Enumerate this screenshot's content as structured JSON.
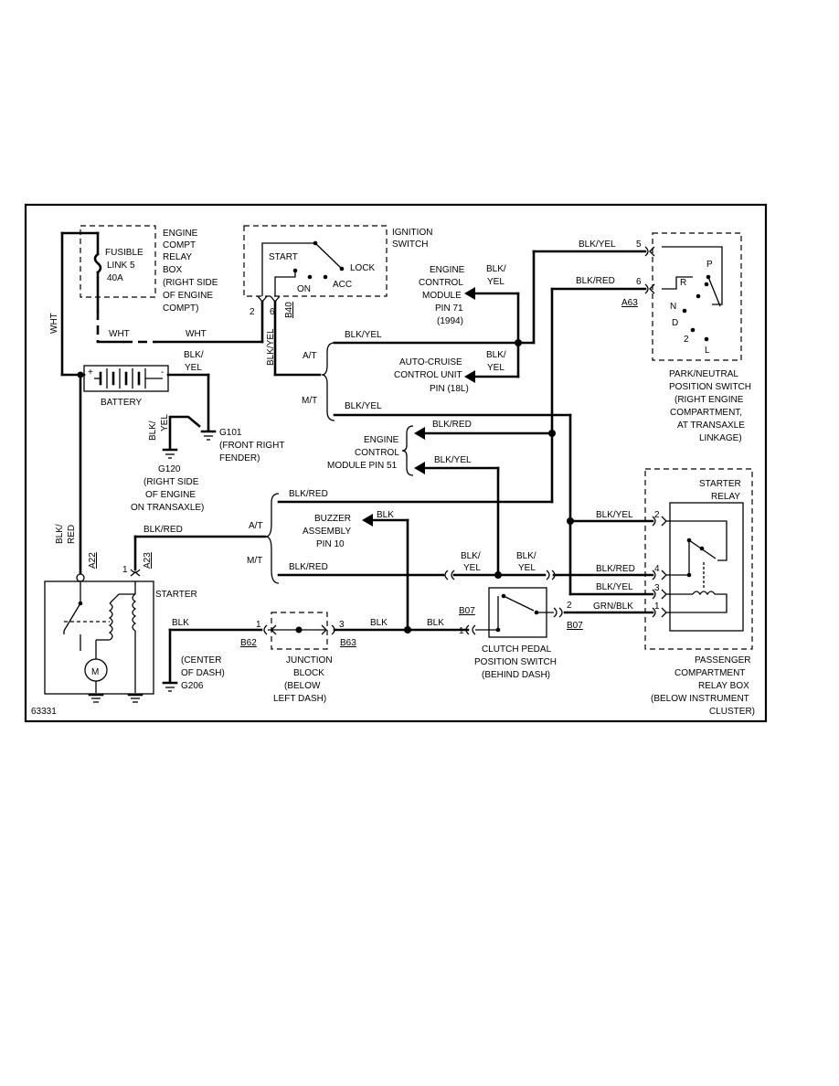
{
  "figure_id": "63331",
  "components": {
    "fusible_link": {
      "name": "FUSIBLE",
      "name2": "LINK 5",
      "rating": "40A"
    },
    "relay_box": {
      "l1": "ENGINE",
      "l2": "COMPT",
      "l3": "RELAY",
      "l4": "BOX",
      "l5": "(RIGHT SIDE",
      "l6": "OF ENGINE",
      "l7": "COMPT)"
    },
    "ignition_switch": {
      "l1": "IGNITION",
      "l2": "SWITCH",
      "start": "START",
      "on": "ON",
      "lock": "LOCK",
      "acc": "ACC",
      "pin_a": "2",
      "pin_b": "6",
      "connector": "B40"
    },
    "ecm_71": {
      "l1": "ENGINE",
      "l2": "CONTROL",
      "l3": "MODULE",
      "l4": "PIN 71",
      "l5": "(1994)"
    },
    "auto_cruise": {
      "l1": "AUTO-CRUISE",
      "l2": "CONTROL UNIT",
      "l3": "PIN (18L)"
    },
    "ecm_51": {
      "l1": "ENGINE",
      "l2": "CONTROL",
      "l3": "MODULE PIN 51"
    },
    "battery": {
      "label": "BATTERY",
      "plus": "+",
      "minus": "-"
    },
    "g101": {
      "l1": "G101",
      "l2": "(FRONT RIGHT",
      "l3": "FENDER)"
    },
    "g120": {
      "l1": "G120",
      "l2": "(RIGHT SIDE",
      "l3": "OF ENGINE",
      "l4": "ON TRANSAXLE)"
    },
    "buzzer": {
      "l1": "BUZZER",
      "l2": "ASSEMBLY",
      "l3": "PIN 10"
    },
    "starter": {
      "label": "STARTER",
      "conn_a": "A22",
      "conn_b": "A23",
      "pin": "1",
      "motor": "M"
    },
    "g206": {
      "l1": "(CENTER",
      "l2": "OF DASH)",
      "l3": "G206"
    },
    "junction_block": {
      "l1": "JUNCTION",
      "l2": "BLOCK",
      "l3": "(BELOW",
      "l4": "LEFT DASH)",
      "pin_in": "1",
      "pin_out": "3",
      "conn_in": "B62",
      "conn_out": "B63"
    },
    "clutch_switch": {
      "l1": "CLUTCH PEDAL",
      "l2": "POSITION SWITCH",
      "l3": "(BEHIND DASH)",
      "conn_top": "B07",
      "conn_right": "B07",
      "pin_in": "1",
      "pin_out": "2"
    },
    "park_neutral": {
      "l1": "PARK/NEUTRAL",
      "l2": "POSITION SWITCH",
      "l3": "(RIGHT ENGINE",
      "l4": "COMPARTMENT,",
      "l5": "AT TRANSAXLE",
      "l6": "LINKAGE)",
      "pin_a": "5",
      "pin_b": "6",
      "connector": "A63",
      "p": "P",
      "r": "R",
      "n": "N",
      "d": "D",
      "two": "2",
      "l": "L"
    },
    "starter_relay": {
      "l1": "STARTER",
      "l2": "RELAY",
      "pin2": "2",
      "pin4": "4",
      "pin3": "3",
      "pin1": "1"
    },
    "passenger_relay_box": {
      "l1": "PASSENGER",
      "l2": "COMPARTMENT",
      "l3": "RELAY BOX",
      "l4": "(BELOW INSTRUMENT",
      "l5": "CLUSTER)"
    }
  },
  "wire_labels": {
    "wht_vertical": "WHT",
    "wht_1": "WHT",
    "wht_2": "WHT",
    "blk_yel_ign": "BLK/YEL",
    "at_1": "A/T",
    "mt_1": "M/T",
    "blk_yel_at": "BLK/YEL",
    "blk_yel_mt": "BLK/YEL",
    "blk_yel_ecm71a": "BLK/",
    "blk_yel_ecm71b": "YEL",
    "blk_yel_cruise_a": "BLK/",
    "blk_yel_cruise_b": "YEL",
    "blk_yel_pn5": "BLK/YEL",
    "blk_red_pn6": "BLK/RED",
    "blk_red_ecm51": "BLK/RED",
    "blk_yel_ecm51": "BLK/YEL",
    "batt_blk_yel_a": "BLK/",
    "batt_blk_yel_b": "YEL",
    "g120_blk_yel_a": "BLK/",
    "g120_blk_yel_b": "YEL",
    "blk_red_vertical_a": "BLK/",
    "blk_red_vertical_b": "RED",
    "blk_red_a23": "BLK/RED",
    "at_2": "A/T",
    "mt_2": "M/T",
    "blk_red_at2": "BLK/RED",
    "blk_red_mt2": "BLK/RED",
    "blk_buzzer": "BLK",
    "blk_yel_relay2": "BLK/YEL",
    "blk_yel_mid_a1": "BLK/",
    "blk_yel_mid_a2": "YEL",
    "blk_yel_mid_b1": "BLK/",
    "blk_yel_mid_b2": "YEL",
    "blk_red_relay4": "BLK/RED",
    "blk_yel_relay3": "BLK/YEL",
    "grn_blk": "GRN/BLK",
    "blk_g206": "BLK",
    "blk_jb_out": "BLK",
    "blk_clutch_in": "BLK"
  }
}
